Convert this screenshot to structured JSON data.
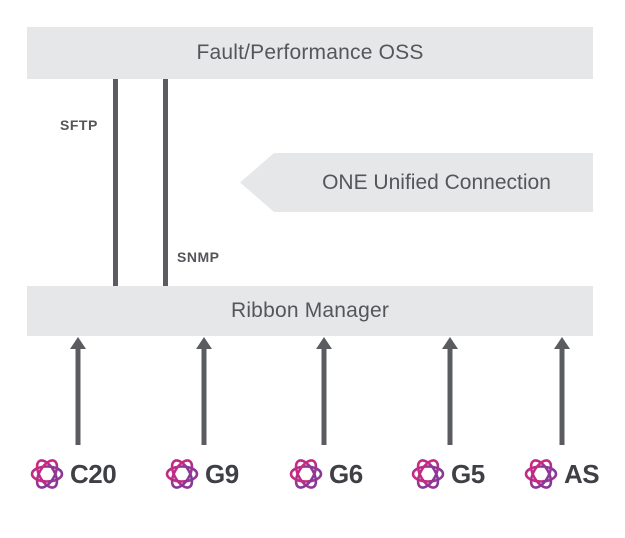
{
  "top_bar": {
    "label": "Fault/Performance OSS"
  },
  "manager_bar": {
    "label": "Ribbon Manager"
  },
  "protocols": {
    "sftp": "SFTP",
    "snmp": "SNMP"
  },
  "unified": {
    "label": "ONE Unified Connection"
  },
  "nodes": [
    {
      "label": "C20"
    },
    {
      "label": "G9"
    },
    {
      "label": "G6"
    },
    {
      "label": "G5"
    },
    {
      "label": "AS"
    }
  ],
  "colors": {
    "bar_fill": "#e6e7e8",
    "line": "#5b5c60",
    "text": "#55565a",
    "logo_gradient_start": "#e0247a",
    "logo_gradient_end": "#6e3fa0"
  }
}
